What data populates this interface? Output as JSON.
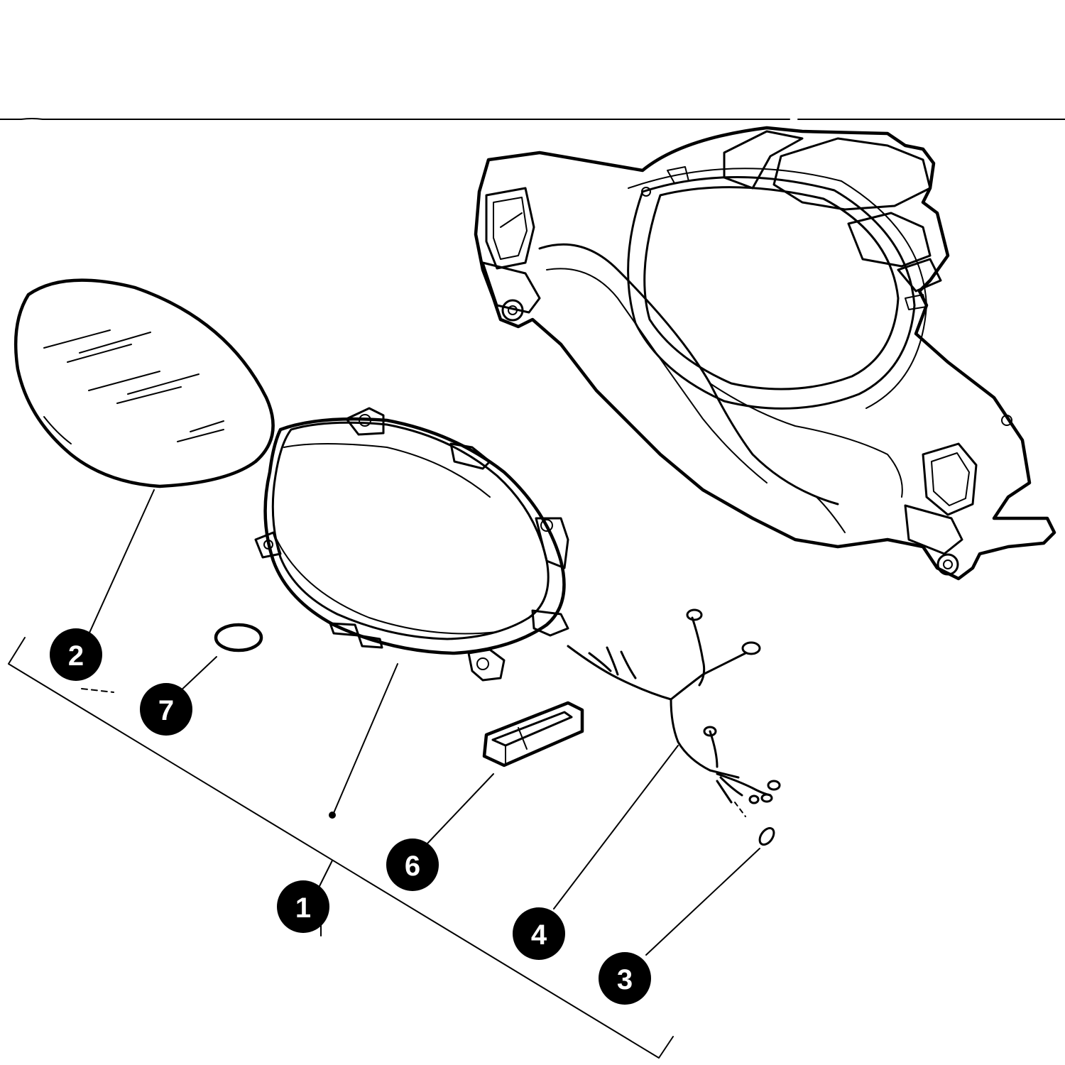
{
  "callouts": [
    {
      "id": "1",
      "label": "1"
    },
    {
      "id": "2",
      "label": "2"
    },
    {
      "id": "3",
      "label": "3"
    },
    {
      "id": "4",
      "label": "4"
    },
    {
      "id": "6",
      "label": "6"
    },
    {
      "id": "7",
      "label": "7"
    }
  ],
  "colors": {
    "line": "#000000",
    "background": "#ffffff",
    "callout_fill": "#000000",
    "callout_text": "#ffffff"
  }
}
